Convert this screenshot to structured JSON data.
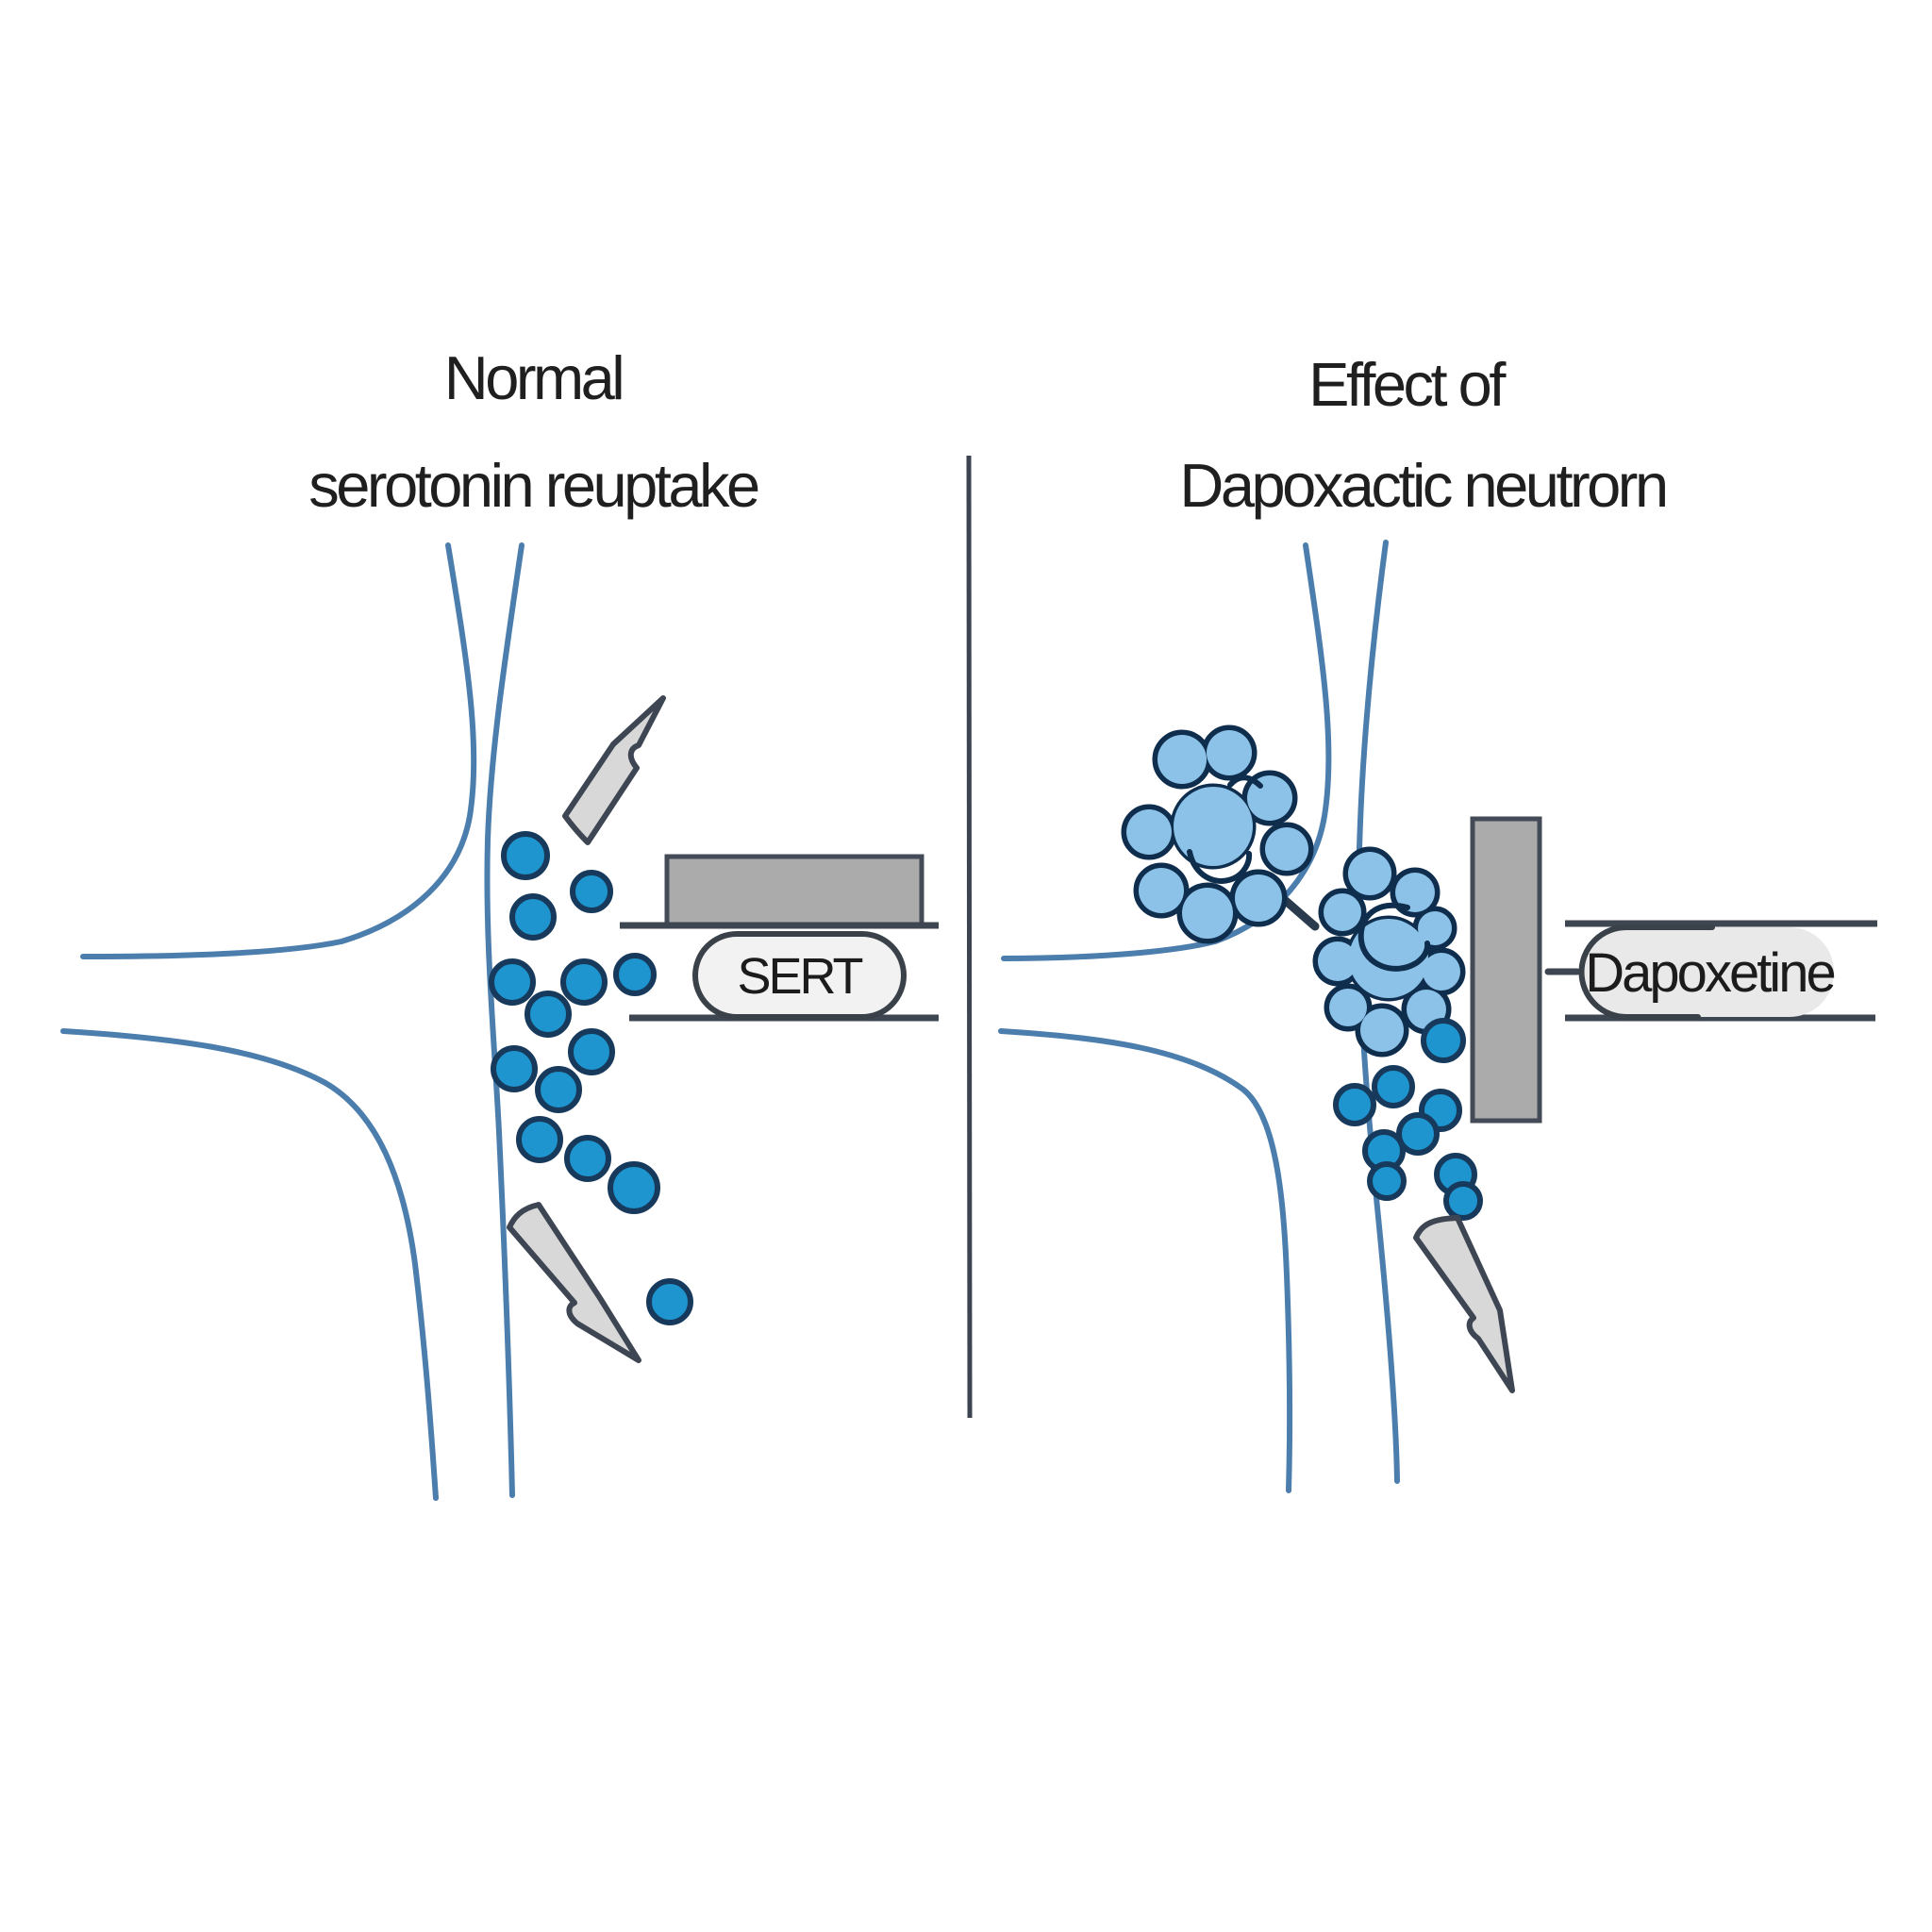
{
  "left_panel": {
    "title_line1": "Normal",
    "title_line2": "serotonin reuptake",
    "transporter_label": "SERT",
    "serotonin_molecule_count": 14,
    "syringe_icon_count": 2
  },
  "right_panel": {
    "title_line1": "Effect of",
    "title_line2": "Dapoxactic neutrorn",
    "drug_label": "Dapoxetine",
    "serotonin_molecule_count": 9,
    "serotonin_cluster_count": 2,
    "syringe_icon_count": 1
  },
  "colors": {
    "background": "#ffffff",
    "title_text": "#1f1f1f",
    "neuron_outline_blue": "#4b7dad",
    "serotonin_dot_fill": "#1e95ce",
    "serotonin_dot_outline": "#173a5c",
    "serotonin_cluster_fill": "#8cc2e8",
    "serotonin_cluster_outline": "#0f2d4d",
    "membrane_block_gray": "#ababab",
    "membrane_line_dark": "#3e4651",
    "sert_pill_fill": "#f2f2f2",
    "dapoxetine_pill_fill": "#e9e9e9",
    "syringe_fill": "#d8d8d8",
    "divider": "#3b4450"
  }
}
